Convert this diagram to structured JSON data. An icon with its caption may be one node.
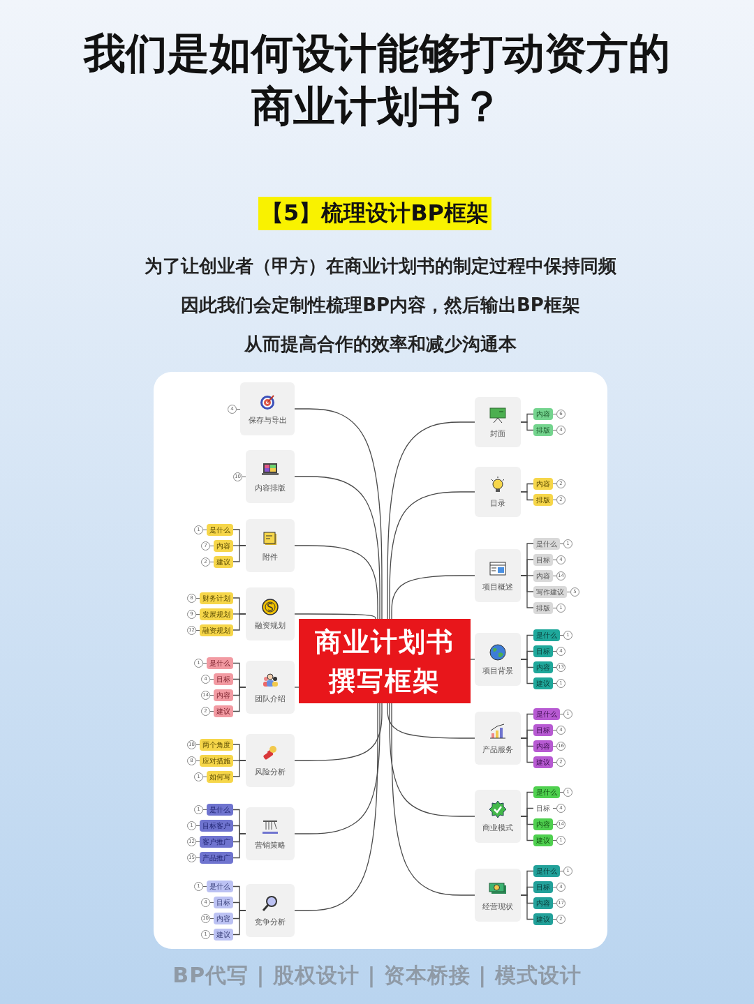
{
  "diagram": {
    "title": "我们是如何设计能够打动资方的商业计划书？",
    "nodes": [
      {
        "text": [
          "商业计划书撰写框架"
        ]
      },
      {
        "text": [
          "保存与导出"
        ],
        "beside": [
          "4"
        ]
      },
      {
        "text": [
          "内容排版"
        ],
        "beside": [
          "10"
        ]
      },
      {
        "text": [
          "附件"
        ]
      },
      {
        "text": [
          "是什么"
        ],
        "beside": [
          "1"
        ]
      },
      {
        "text": [
          "内容"
        ],
        "beside": [
          "7"
        ]
      },
      {
        "text": [
          "建议"
        ],
        "beside": [
          "2"
        ]
      },
      {
        "text": [
          "融资规划"
        ]
      },
      {
        "text": [
          "财务计划"
        ],
        "beside": [
          "8"
        ]
      },
      {
        "text": [
          "发展规划"
        ],
        "beside": [
          "9"
        ]
      },
      {
        "text": [
          "融资规划"
        ],
        "beside": [
          "12"
        ]
      },
      {
        "text": [
          "团队介绍"
        ]
      },
      {
        "text": [
          "是什么"
        ],
        "beside": [
          "1"
        ]
      },
      {
        "text": [
          "目标"
        ],
        "beside": [
          "4"
        ]
      },
      {
        "text": [
          "内容"
        ],
        "beside": [
          "14"
        ]
      },
      {
        "text": [
          "建议"
        ],
        "beside": [
          "2"
        ]
      },
      {
        "text": [
          "风险分析"
        ]
      },
      {
        "text": [
          "两个角度"
        ],
        "beside": [
          "18"
        ]
      },
      {
        "text": [
          "应对措施"
        ],
        "beside": [
          "8"
        ]
      },
      {
        "text": [
          "如何写"
        ],
        "beside": [
          "1"
        ]
      },
      {
        "text": [
          "营销策略"
        ]
      },
      {
        "text": [
          "是什么"
        ],
        "beside": [
          "1"
        ]
      },
      {
        "text": [
          "目标客户"
        ],
        "beside": [
          "1"
        ]
      },
      {
        "text": [
          "客户推广"
        ],
        "beside": [
          "12"
        ]
      },
      {
        "text": [
          "产品推广"
        ],
        "beside": [
          "15"
        ]
      },
      {
        "text": [
          "竞争分析"
        ]
      },
      {
        "text": [
          "是什么"
        ],
        "beside": [
          "1"
        ]
      },
      {
        "text": [
          "目标"
        ],
        "beside": [
          "4"
        ]
      },
      {
        "text": [
          "内容"
        ],
        "beside": [
          "10"
        ]
      },
      {
        "text": [
          "建议"
        ],
        "beside": [
          "1"
        ]
      },
      {
        "text": [
          "封面"
        ]
      },
      {
        "text": [
          "内容"
        ],
        "beside": [
          "6"
        ]
      },
      {
        "text": [
          "排版"
        ],
        "beside": [
          "4"
        ]
      },
      {
        "text": [
          "目录"
        ]
      },
      {
        "text": [
          "内容"
        ],
        "beside": [
          "2"
        ]
      },
      {
        "text": [
          "排版"
        ],
        "beside": [
          "2"
        ]
      },
      {
        "text": [
          "项目概述"
        ]
      },
      {
        "text": [
          "是什么"
        ],
        "beside": [
          "1"
        ]
      },
      {
        "text": [
          "目标"
        ],
        "beside": [
          "4"
        ]
      },
      {
        "text": [
          "内容"
        ],
        "beside": [
          "14"
        ]
      },
      {
        "text": [
          "写作建议"
        ],
        "beside": [
          "5"
        ]
      },
      {
        "text": [
          "排版"
        ],
        "beside": [
          "1"
        ]
      },
      {
        "text": [
          "项目背景"
        ]
      },
      {
        "text": [
          "是什么"
        ],
        "beside": [
          "1"
        ]
      },
      {
        "text": [
          "目标"
        ],
        "beside": [
          "4"
        ]
      },
      {
        "text": [
          "内容"
        ],
        "beside": [
          "13"
        ]
      },
      {
        "text": [
          "建议"
        ],
        "beside": [
          "1"
        ]
      },
      {
        "text": [
          "产品服务"
        ]
      },
      {
        "text": [
          "是什么"
        ],
        "beside": [
          "1"
        ]
      },
      {
        "text": [
          "目标"
        ],
        "beside": [
          "4"
        ]
      },
      {
        "text": [
          "内容"
        ],
        "beside": [
          "16"
        ]
      },
      {
        "text": [
          "建议"
        ],
        "beside": [
          "2"
        ]
      },
      {
        "text": [
          "商业模式"
        ]
      },
      {
        "text": [
          "是什么"
        ],
        "beside": [
          "1"
        ]
      },
      {
        "text": [
          "目标"
        ],
        "beside": [
          "4"
        ]
      },
      {
        "text": [
          "内容"
        ],
        "beside": [
          "14"
        ]
      },
      {
        "text": [
          "建议"
        ],
        "beside": [
          "1"
        ]
      },
      {
        "text": [
          "经营现状"
        ]
      },
      {
        "text": [
          "是什么"
        ],
        "beside": [
          "1"
        ]
      },
      {
        "text": [
          "目标"
        ],
        "beside": [
          "4"
        ]
      },
      {
        "text": [
          "内容"
        ],
        "beside": [
          "17"
        ]
      },
      {
        "text": [
          "建议"
        ],
        "beside": [
          "2"
        ]
      }
    ],
    "edges": [
      {
        "from": 0,
        "to": 1,
        "arrow": "none"
      },
      {
        "from": 0,
        "to": 2,
        "arrow": "none"
      },
      {
        "from": 0,
        "to": 3,
        "arrow": "none"
      },
      {
        "from": 0,
        "to": 7,
        "arrow": "none"
      },
      {
        "from": 0,
        "to": 11,
        "arrow": "none"
      },
      {
        "from": 0,
        "to": 16,
        "arrow": "none"
      },
      {
        "from": 0,
        "to": 20,
        "arrow": "none"
      },
      {
        "from": 0,
        "to": 25,
        "arrow": "none"
      },
      {
        "from": 0,
        "to": 30,
        "arrow": "none"
      },
      {
        "from": 0,
        "to": 33,
        "arrow": "none"
      },
      {
        "from": 0,
        "to": 36,
        "arrow": "none"
      },
      {
        "from": 0,
        "to": 42,
        "arrow": "none"
      },
      {
        "from": 0,
        "to": 47,
        "arrow": "none"
      },
      {
        "from": 0,
        "to": 52,
        "arrow": "none"
      },
      {
        "from": 0,
        "to": 57,
        "arrow": "none"
      },
      {
        "from": 3,
        "to": 4,
        "arrow": "none"
      },
      {
        "from": 3,
        "to": 5,
        "arrow": "none"
      },
      {
        "from": 3,
        "to": 6,
        "arrow": "none"
      },
      {
        "from": 7,
        "to": 8,
        "arrow": "none"
      },
      {
        "from": 7,
        "to": 9,
        "arrow": "none"
      },
      {
        "from": 7,
        "to": 10,
        "arrow": "none"
      },
      {
        "from": 11,
        "to": 12,
        "arrow": "none"
      },
      {
        "from": 11,
        "to": 13,
        "arrow": "none"
      },
      {
        "from": 11,
        "to": 14,
        "arrow": "none"
      },
      {
        "from": 11,
        "to": 15,
        "arrow": "none"
      },
      {
        "from": 16,
        "to": 17,
        "arrow": "none"
      },
      {
        "from": 16,
        "to": 18,
        "arrow": "none"
      },
      {
        "from": 16,
        "to": 19,
        "arrow": "none"
      },
      {
        "from": 20,
        "to": 21,
        "arrow": "none"
      },
      {
        "from": 20,
        "to": 22,
        "arrow": "none"
      },
      {
        "from": 20,
        "to": 23,
        "arrow": "none"
      },
      {
        "from": 20,
        "to": 24,
        "arrow": "none"
      },
      {
        "from": 25,
        "to": 26,
        "arrow": "none"
      },
      {
        "from": 25,
        "to": 27,
        "arrow": "none"
      },
      {
        "from": 25,
        "to": 28,
        "arrow": "none"
      },
      {
        "from": 25,
        "to": 29,
        "arrow": "none"
      },
      {
        "from": 30,
        "to": 31,
        "arrow": "none"
      },
      {
        "from": 30,
        "to": 32,
        "arrow": "none"
      },
      {
        "from": 33,
        "to": 34,
        "arrow": "none"
      },
      {
        "from": 33,
        "to": 35,
        "arrow": "none"
      },
      {
        "from": 36,
        "to": 37,
        "arrow": "none"
      },
      {
        "from": 36,
        "to": 38,
        "arrow": "none"
      },
      {
        "from": 36,
        "to": 39,
        "arrow": "none"
      },
      {
        "from": 36,
        "to": 40,
        "arrow": "none"
      },
      {
        "from": 36,
        "to": 41,
        "arrow": "none"
      },
      {
        "from": 42,
        "to": 43,
        "arrow": "none"
      },
      {
        "from": 42,
        "to": 44,
        "arrow": "none"
      },
      {
        "from": 42,
        "to": 45,
        "arrow": "none"
      },
      {
        "from": 42,
        "to": 46,
        "arrow": "none"
      },
      {
        "from": 47,
        "to": 48,
        "arrow": "none"
      },
      {
        "from": 47,
        "to": 49,
        "arrow": "none"
      },
      {
        "from": 47,
        "to": 50,
        "arrow": "none"
      },
      {
        "from": 47,
        "to": 51,
        "arrow": "none"
      },
      {
        "from": 52,
        "to": 53,
        "arrow": "none"
      },
      {
        "from": 52,
        "to": 54,
        "arrow": "none"
      },
      {
        "from": 52,
        "to": 55,
        "arrow": "none"
      },
      {
        "from": 52,
        "to": 56,
        "arrow": "none"
      },
      {
        "from": 57,
        "to": 58,
        "arrow": "none"
      },
      {
        "from": 57,
        "to": 59,
        "arrow": "none"
      },
      {
        "from": 57,
        "to": 60,
        "arrow": "none"
      },
      {
        "from": 57,
        "to": 61,
        "arrow": "none"
      }
    ],
    "labels": [
      "【5】梳理设计BP框架",
      "为了让创业者（甲方）在商业计划书的制定过程中保持同频",
      "因此我们会定制性梳理BP内容，然后输出BP框架",
      "从而提高合作的效率和减少沟通本",
      "BP代写 | 股权设计 | 资本桥接 | 模式设计"
    ]
  }
}
